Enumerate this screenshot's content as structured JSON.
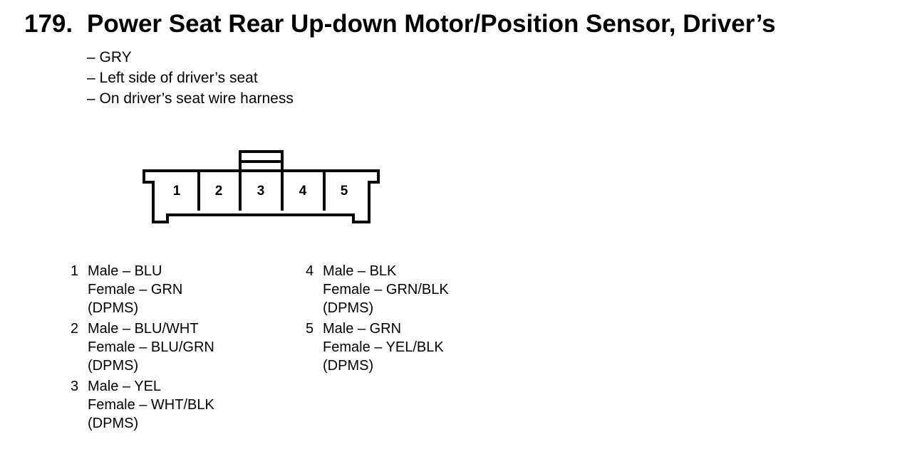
{
  "title": {
    "number": "179.",
    "text": "Power Seat Rear Up-down Motor/Position Sensor, Driver’s"
  },
  "notes": [
    "– GRY",
    "– Left side of driver’s seat",
    "– On driver’s seat wire harness"
  ],
  "connector": {
    "pin_labels": [
      "1",
      "2",
      "3",
      "4",
      "5"
    ]
  },
  "pins": [
    {
      "number": "1",
      "male": "Male – BLU",
      "female": "Female – GRN",
      "note": "(DPMS)"
    },
    {
      "number": "2",
      "male": "Male – BLU/WHT",
      "female": "Female – BLU/GRN",
      "note": "(DPMS)"
    },
    {
      "number": "3",
      "male": "Male – YEL",
      "female": "Female – WHT/BLK",
      "note": "(DPMS)"
    },
    {
      "number": "4",
      "male": "Male – BLK",
      "female": "Female – GRN/BLK",
      "note": "(DPMS)"
    },
    {
      "number": "5",
      "male": "Male – GRN",
      "female": "Female – YEL/BLK",
      "note": "(DPMS)"
    }
  ]
}
